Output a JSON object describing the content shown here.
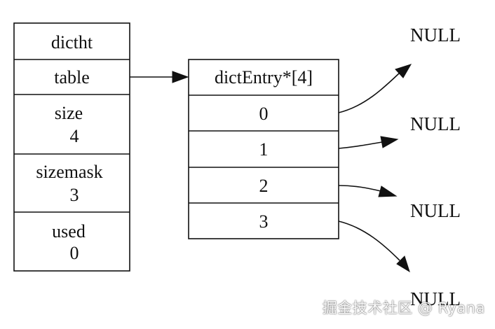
{
  "dictht": {
    "header": "dictht",
    "table_field": "table",
    "size": {
      "label": "size",
      "value": "4"
    },
    "sizemask": {
      "label": "sizemask",
      "value": "3"
    },
    "used": {
      "label": "used",
      "value": "0"
    }
  },
  "table_array": {
    "header": "dictEntry*[4]",
    "slots": [
      "0",
      "1",
      "2",
      "3"
    ]
  },
  "null_targets": [
    "NULL",
    "NULL",
    "NULL",
    "NULL"
  ],
  "watermark": "掘金技术社区 @ Ryana"
}
